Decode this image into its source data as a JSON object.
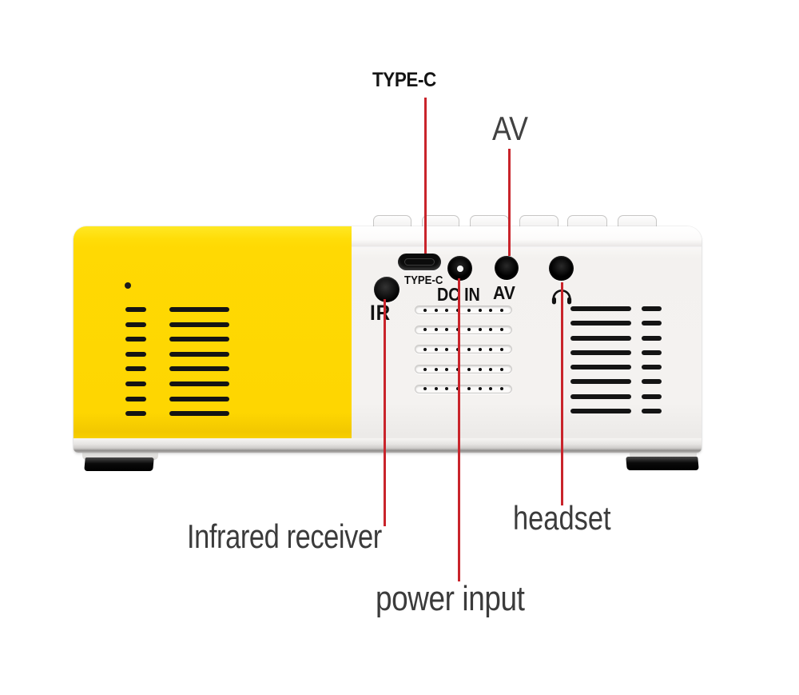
{
  "meta": {
    "description": "Back panel of a yellow and white mini projector with port callouts"
  },
  "colors": {
    "accent_red": "#c9242b",
    "body_yellow": "#ffd903",
    "body_white": "#f3f1ef",
    "vent_black": "#141414",
    "label_dark": "#3b3b3b"
  },
  "callouts": {
    "typec_top": {
      "label": "TYPE-C"
    },
    "av_top": {
      "label": "AV"
    },
    "infrared": {
      "label": "Infrared receiver"
    },
    "power": {
      "label": "power input"
    },
    "headset": {
      "label": "headset"
    }
  },
  "panel": {
    "typec_label": "TYPE-C",
    "ir_label": "IR",
    "dcin_label": "DC IN",
    "av_label": "AV",
    "headphone_icon": "headphone-icon"
  },
  "device": {
    "top_buttons": 6,
    "grille": {
      "rows": 5,
      "dots_per_row": 8
    },
    "vents": {
      "left_short_rows": 8,
      "left_long_rows": 8,
      "right_long_rows": 8,
      "right_short_rows": 8
    }
  }
}
